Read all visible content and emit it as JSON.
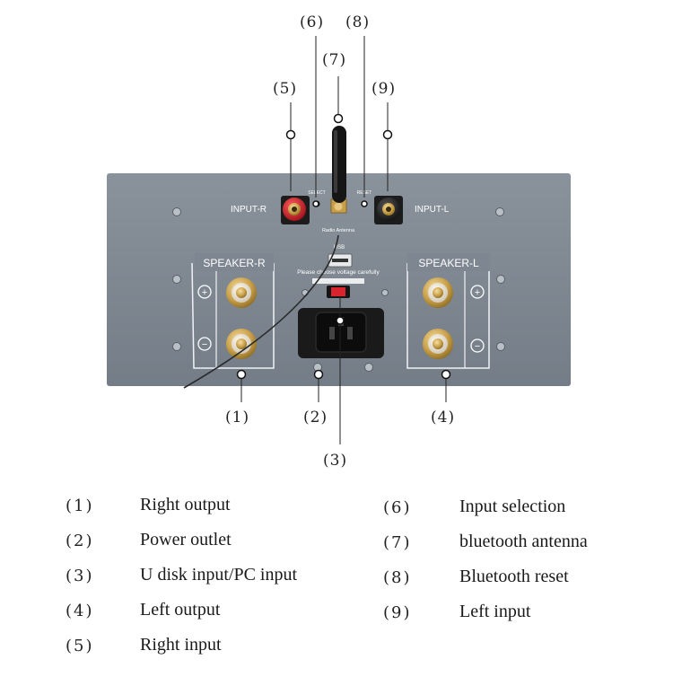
{
  "callouts": {
    "c1": "(1)",
    "c2": "(2)",
    "c3": "(3)",
    "c4": "(4)",
    "c5": "(5)",
    "c6": "(6)",
    "c7": "(7)",
    "c8": "(8)",
    "c9": "(9)"
  },
  "panel": {
    "input_r": "INPUT-R",
    "input_l": "INPUT-L",
    "select": "SELECT",
    "reset": "RESET",
    "radio_antenna": "Radio Antenna",
    "usb": "USB",
    "voltage_note": "Please choose voltage carefully",
    "speaker_r": "SPEAKER-R",
    "speaker_l": "SPEAKER-L",
    "plus": "+",
    "minus": "−"
  },
  "legend": [
    {
      "num": "(1)",
      "text": "Right output"
    },
    {
      "num": "(2)",
      "text": "Power outlet"
    },
    {
      "num": "(3)",
      "text": "U disk input/PC input"
    },
    {
      "num": "(4)",
      "text": "Left output"
    },
    {
      "num": "(5)",
      "text": "Right input"
    },
    {
      "num": "(6)",
      "text": "Input selection"
    },
    {
      "num": "(7)",
      "text": "bluetooth antenna"
    },
    {
      "num": "(8)",
      "text": "Bluetooth reset"
    },
    {
      "num": "(9)",
      "text": "Left input"
    }
  ],
  "colors": {
    "panel": "#7e8791",
    "red_terminal": "#d0202a",
    "gold": "#c9a04a",
    "black_terminal": "#1b1b1b"
  }
}
